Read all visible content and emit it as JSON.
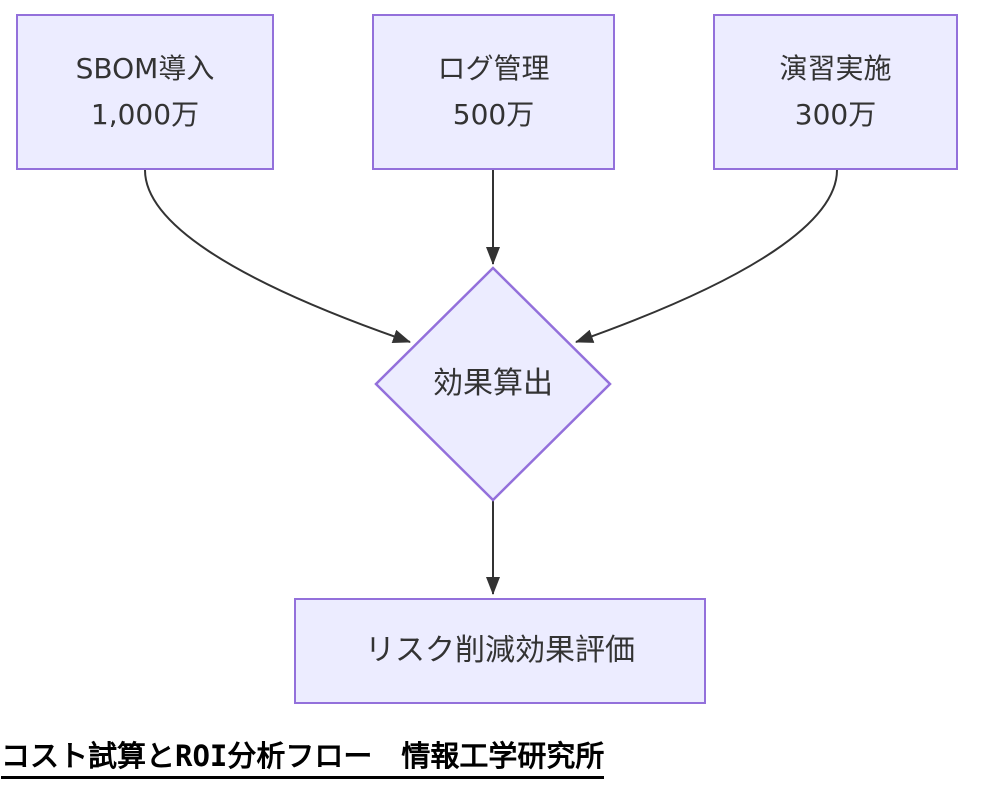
{
  "diagram": {
    "nodes": {
      "sbom": {
        "label": "SBOM導入",
        "amount": "1,000万"
      },
      "log": {
        "label": "ログ管理",
        "amount": "500万"
      },
      "exercise": {
        "label": "演習実施",
        "amount": "300万"
      },
      "decision": {
        "label": "効果算出"
      },
      "result": {
        "label": "リスク削減効果評価"
      }
    },
    "edges": [
      {
        "from": "sbom",
        "to": "decision"
      },
      {
        "from": "log",
        "to": "decision"
      },
      {
        "from": "exercise",
        "to": "decision"
      },
      {
        "from": "decision",
        "to": "result"
      }
    ],
    "caption": "コスト試算とROI分析フロー　情報工学研究所",
    "colors": {
      "node_fill": "#ECECFF",
      "node_border": "#9370DB",
      "edge": "#333333",
      "text": "#333333"
    }
  }
}
